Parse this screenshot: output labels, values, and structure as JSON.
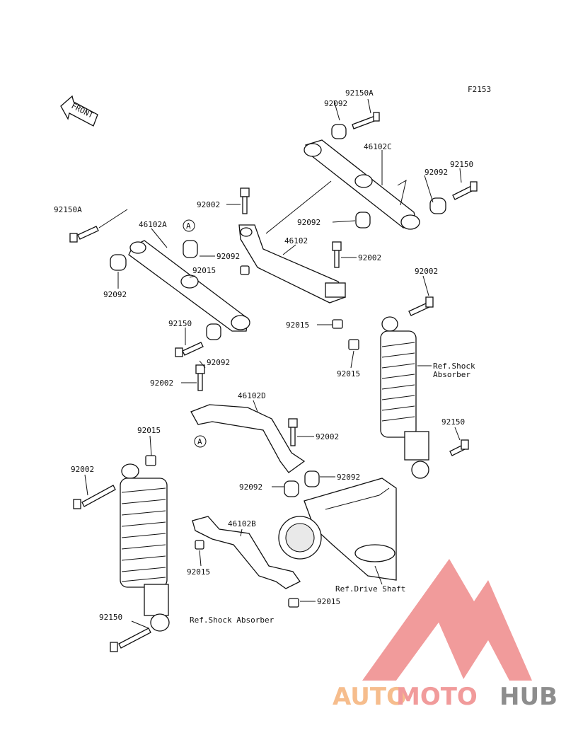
{
  "figure_code": "F2153",
  "front_label": "FRONT",
  "callouts": {
    "a_top": "A",
    "a_bottom": "A"
  },
  "labels": {
    "l_92150A_top": "92150A",
    "l_92092_top": "92092",
    "l_46102C": "46102C",
    "l_92150_right": "92150",
    "l_92092_right": "92092",
    "l_92002_upper": "92002",
    "l_92092_mid": "92092",
    "l_92150A_left": "92150A",
    "l_46102A": "46102A",
    "l_46102": "46102",
    "l_92092_a": "92092",
    "l_92002_mid": "92002",
    "l_92015_a": "92015",
    "l_92092_left": "92092",
    "l_92002_shock": "92002",
    "l_92150_left": "92150",
    "l_92015_mid": "92015",
    "l_92092_b": "92092",
    "l_92015_right": "92015",
    "l_ref_shock_right": "Ref.Shock",
    "l_ref_shock_right2": "Absorber",
    "l_92002_lower": "92002",
    "l_46102D": "46102D",
    "l_92002_d": "92002",
    "l_92150_shock": "92150",
    "l_92015_left": "92015",
    "l_92002_left": "92002",
    "l_92092_d1": "92092",
    "l_92092_d2": "92092",
    "l_46102B": "46102B",
    "l_92015_b": "92015",
    "l_ref_drive": "Ref.Drive Shaft",
    "l_92015_bottom": "92015",
    "l_92150_bottom": "92150",
    "l_ref_shock_bottom": "Ref.Shock Absorber"
  },
  "watermark": {
    "brand_part1": "AUTO",
    "brand_part2": "MOTO",
    "brand_part3": "HUB",
    "color_orange": "#f5b27a",
    "color_red": "#ef8a8a",
    "color_gray": "#7a7a7a"
  }
}
